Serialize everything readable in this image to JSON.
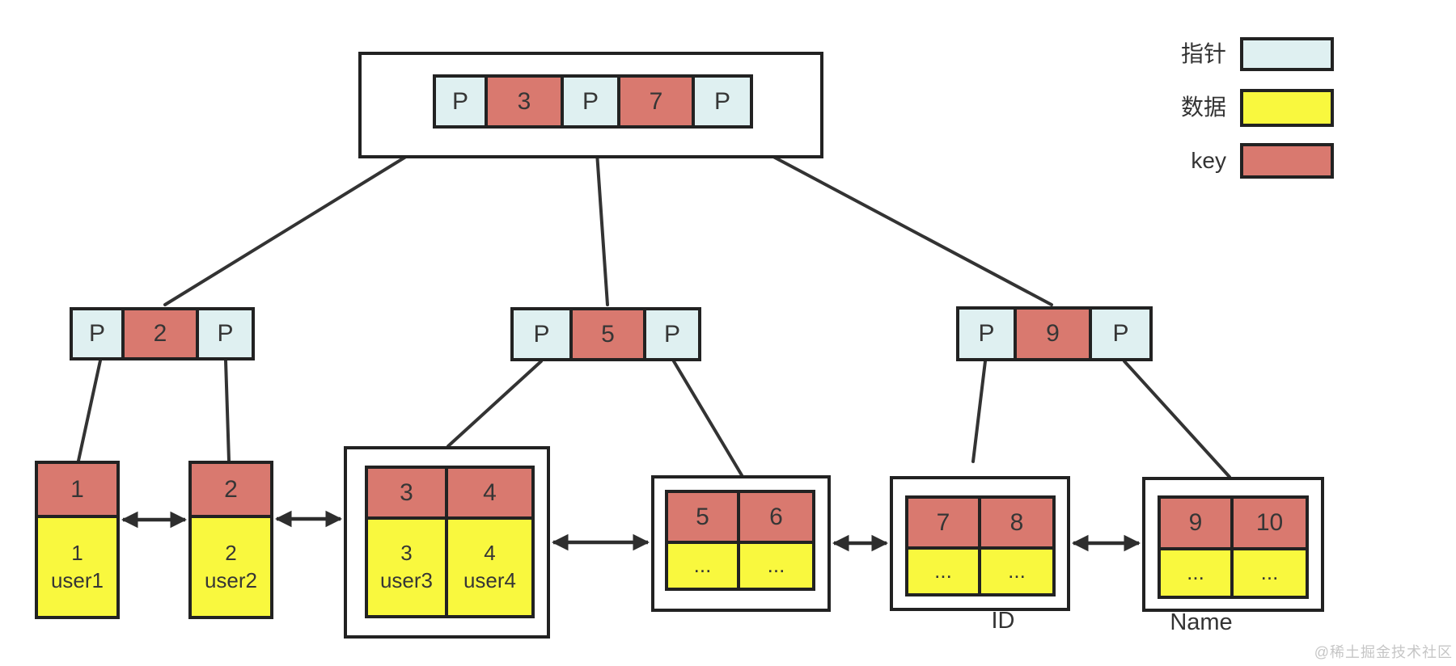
{
  "legend": {
    "pointer_label": "指针",
    "data_label": "数据",
    "key_label": "key"
  },
  "colors": {
    "pointer": "#dff0f1",
    "data": "#f9f83e",
    "key": "#d9796f",
    "border": "#222222",
    "line": "#333333"
  },
  "nodes": {
    "root": {
      "p1": "P",
      "k1": "3",
      "p2": "P",
      "k2": "7",
      "p3": "P"
    },
    "internal_left": {
      "p1": "P",
      "k": "2",
      "p2": "P"
    },
    "internal_mid": {
      "p1": "P",
      "k": "5",
      "p2": "P"
    },
    "internal_right": {
      "p1": "P",
      "k": "9",
      "p2": "P"
    },
    "leaf1": {
      "key": "1",
      "data_line1": "1",
      "data_line2": "user1"
    },
    "leaf2": {
      "key": "2",
      "data_line1": "2",
      "data_line2": "user2"
    },
    "leaf3": {
      "key1": "3",
      "key2": "4",
      "data1_line1": "3",
      "data1_line2": "user3",
      "data2_line1": "4",
      "data2_line2": "user4"
    },
    "leaf4": {
      "key1": "5",
      "key2": "6",
      "data1": "...",
      "data2": "..."
    },
    "leaf5": {
      "key1": "7",
      "key2": "8",
      "data1": "...",
      "data2": "...",
      "label": "ID"
    },
    "leaf6": {
      "key1": "9",
      "key2": "10",
      "data1": "...",
      "data2": "...",
      "label": "Name"
    }
  },
  "watermark": "@稀土掘金技术社区"
}
